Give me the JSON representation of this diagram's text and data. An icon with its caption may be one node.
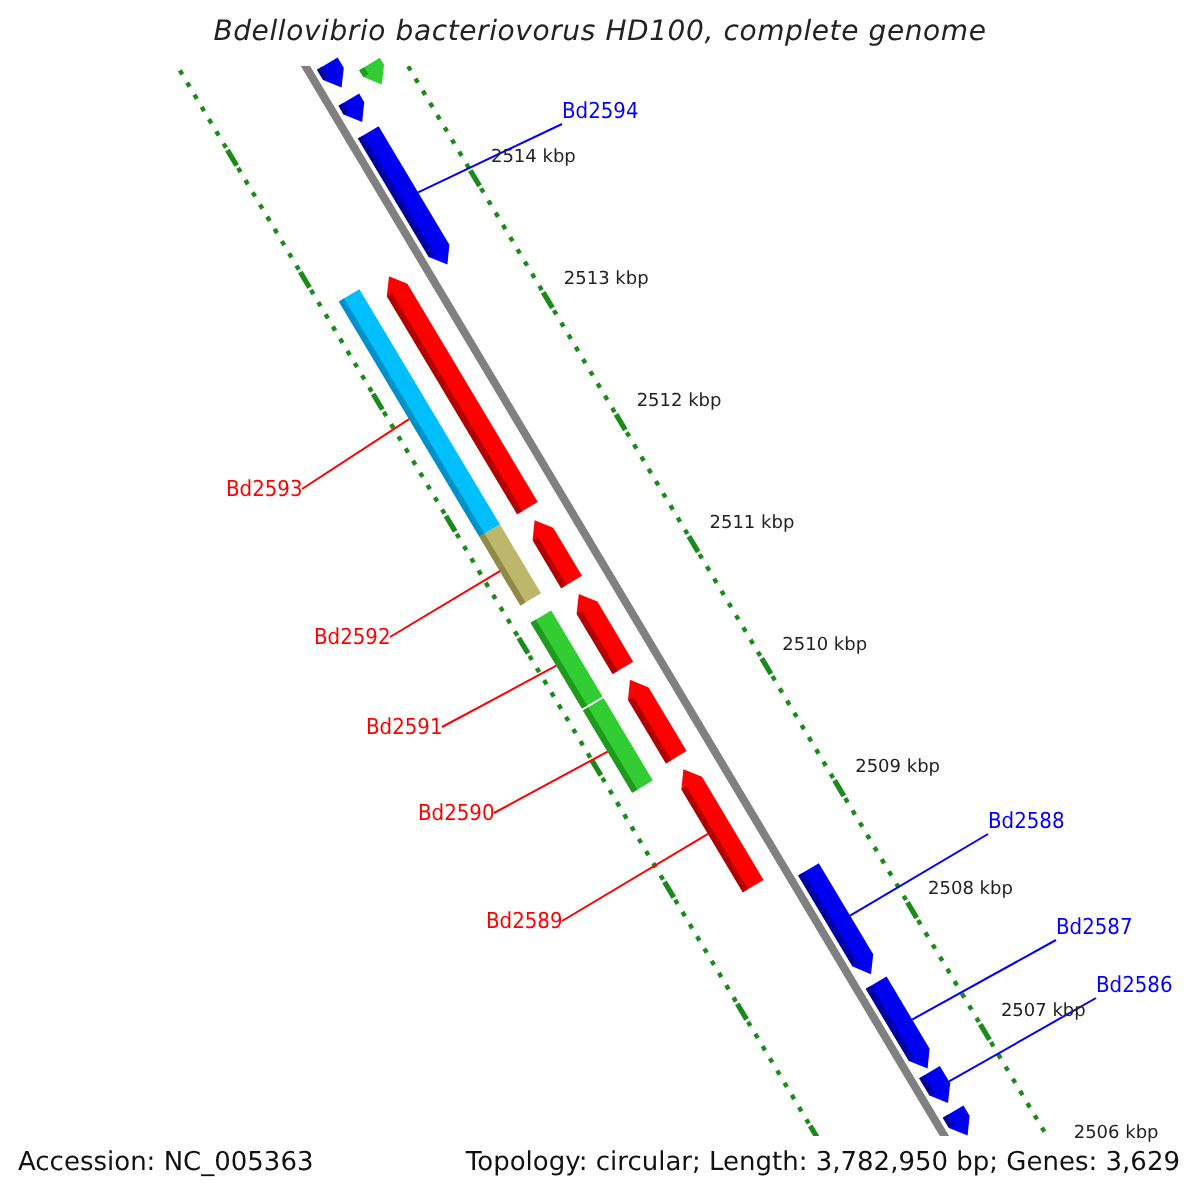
{
  "diagram": {
    "title": "Bdellovibrio bacteriovorus HD100, complete genome",
    "nodes": [
      {
        "text": [
          "Bd2594"
        ]
      },
      {
        "text": [],
        "shape": "arrow"
      },
      {
        "text": [
          "Bd2593"
        ]
      },
      {
        "text": [],
        "shape": "bar"
      },
      {
        "text": [
          "Bd2592"
        ]
      },
      {
        "text": [],
        "shape": "bar"
      },
      {
        "text": [
          "Bd2591"
        ]
      },
      {
        "text": [],
        "shape": "bar"
      },
      {
        "text": [
          "Bd2590"
        ]
      },
      {
        "text": [],
        "shape": "bar"
      },
      {
        "text": [
          "Bd2589"
        ]
      },
      {
        "text": [],
        "shape": "arrow"
      },
      {
        "text": [
          "Bd2588"
        ]
      },
      {
        "text": [],
        "shape": "arrow"
      },
      {
        "text": [
          "Bd2587"
        ]
      },
      {
        "text": [],
        "shape": "arrow"
      },
      {
        "text": [
          "Bd2586"
        ]
      },
      {
        "text": [],
        "shape": "arrow"
      },
      {
        "text": [],
        "shape": "arrow"
      },
      {
        "text": [],
        "shape": "arrow"
      },
      {
        "text": [],
        "shape": "arrow"
      },
      {
        "text": [],
        "shape": "arrow"
      },
      {
        "text": [],
        "shape": "arrow"
      },
      {
        "text": [],
        "shape": "arrow"
      },
      {
        "text": [],
        "shape": "arrow"
      },
      {
        "text": [],
        "shape": "arrow"
      }
    ],
    "edges": [
      {
        "from": 0,
        "to": 1,
        "arrow": "none",
        "color": "#0000ff"
      },
      {
        "from": 2,
        "to": 3,
        "arrow": "none",
        "color": "#ff0000"
      },
      {
        "from": 4,
        "to": 5,
        "arrow": "none",
        "color": "#ff0000"
      },
      {
        "from": 6,
        "to": 7,
        "arrow": "none",
        "color": "#ff0000"
      },
      {
        "from": 8,
        "to": 9,
        "arrow": "none",
        "color": "#ff0000"
      },
      {
        "from": 10,
        "to": 11,
        "arrow": "none",
        "color": "#ff0000"
      },
      {
        "from": 12,
        "to": 13,
        "arrow": "none",
        "color": "#0000ff"
      },
      {
        "from": 14,
        "to": 15,
        "arrow": "none",
        "color": "#0000ff"
      },
      {
        "from": 16,
        "to": 17,
        "arrow": "none",
        "color": "#0000ff"
      }
    ],
    "labels": [
      "2514 kbp",
      "2513 kbp",
      "2512 kbp",
      "2511 kbp",
      "2510 kbp",
      "2509 kbp",
      "2508 kbp",
      "2507 kbp",
      "2506 kbp",
      "Accession: NC_005363",
      "Topology: circular; Length: 3,782,950 bp; Genes: 3,629"
    ]
  }
}
